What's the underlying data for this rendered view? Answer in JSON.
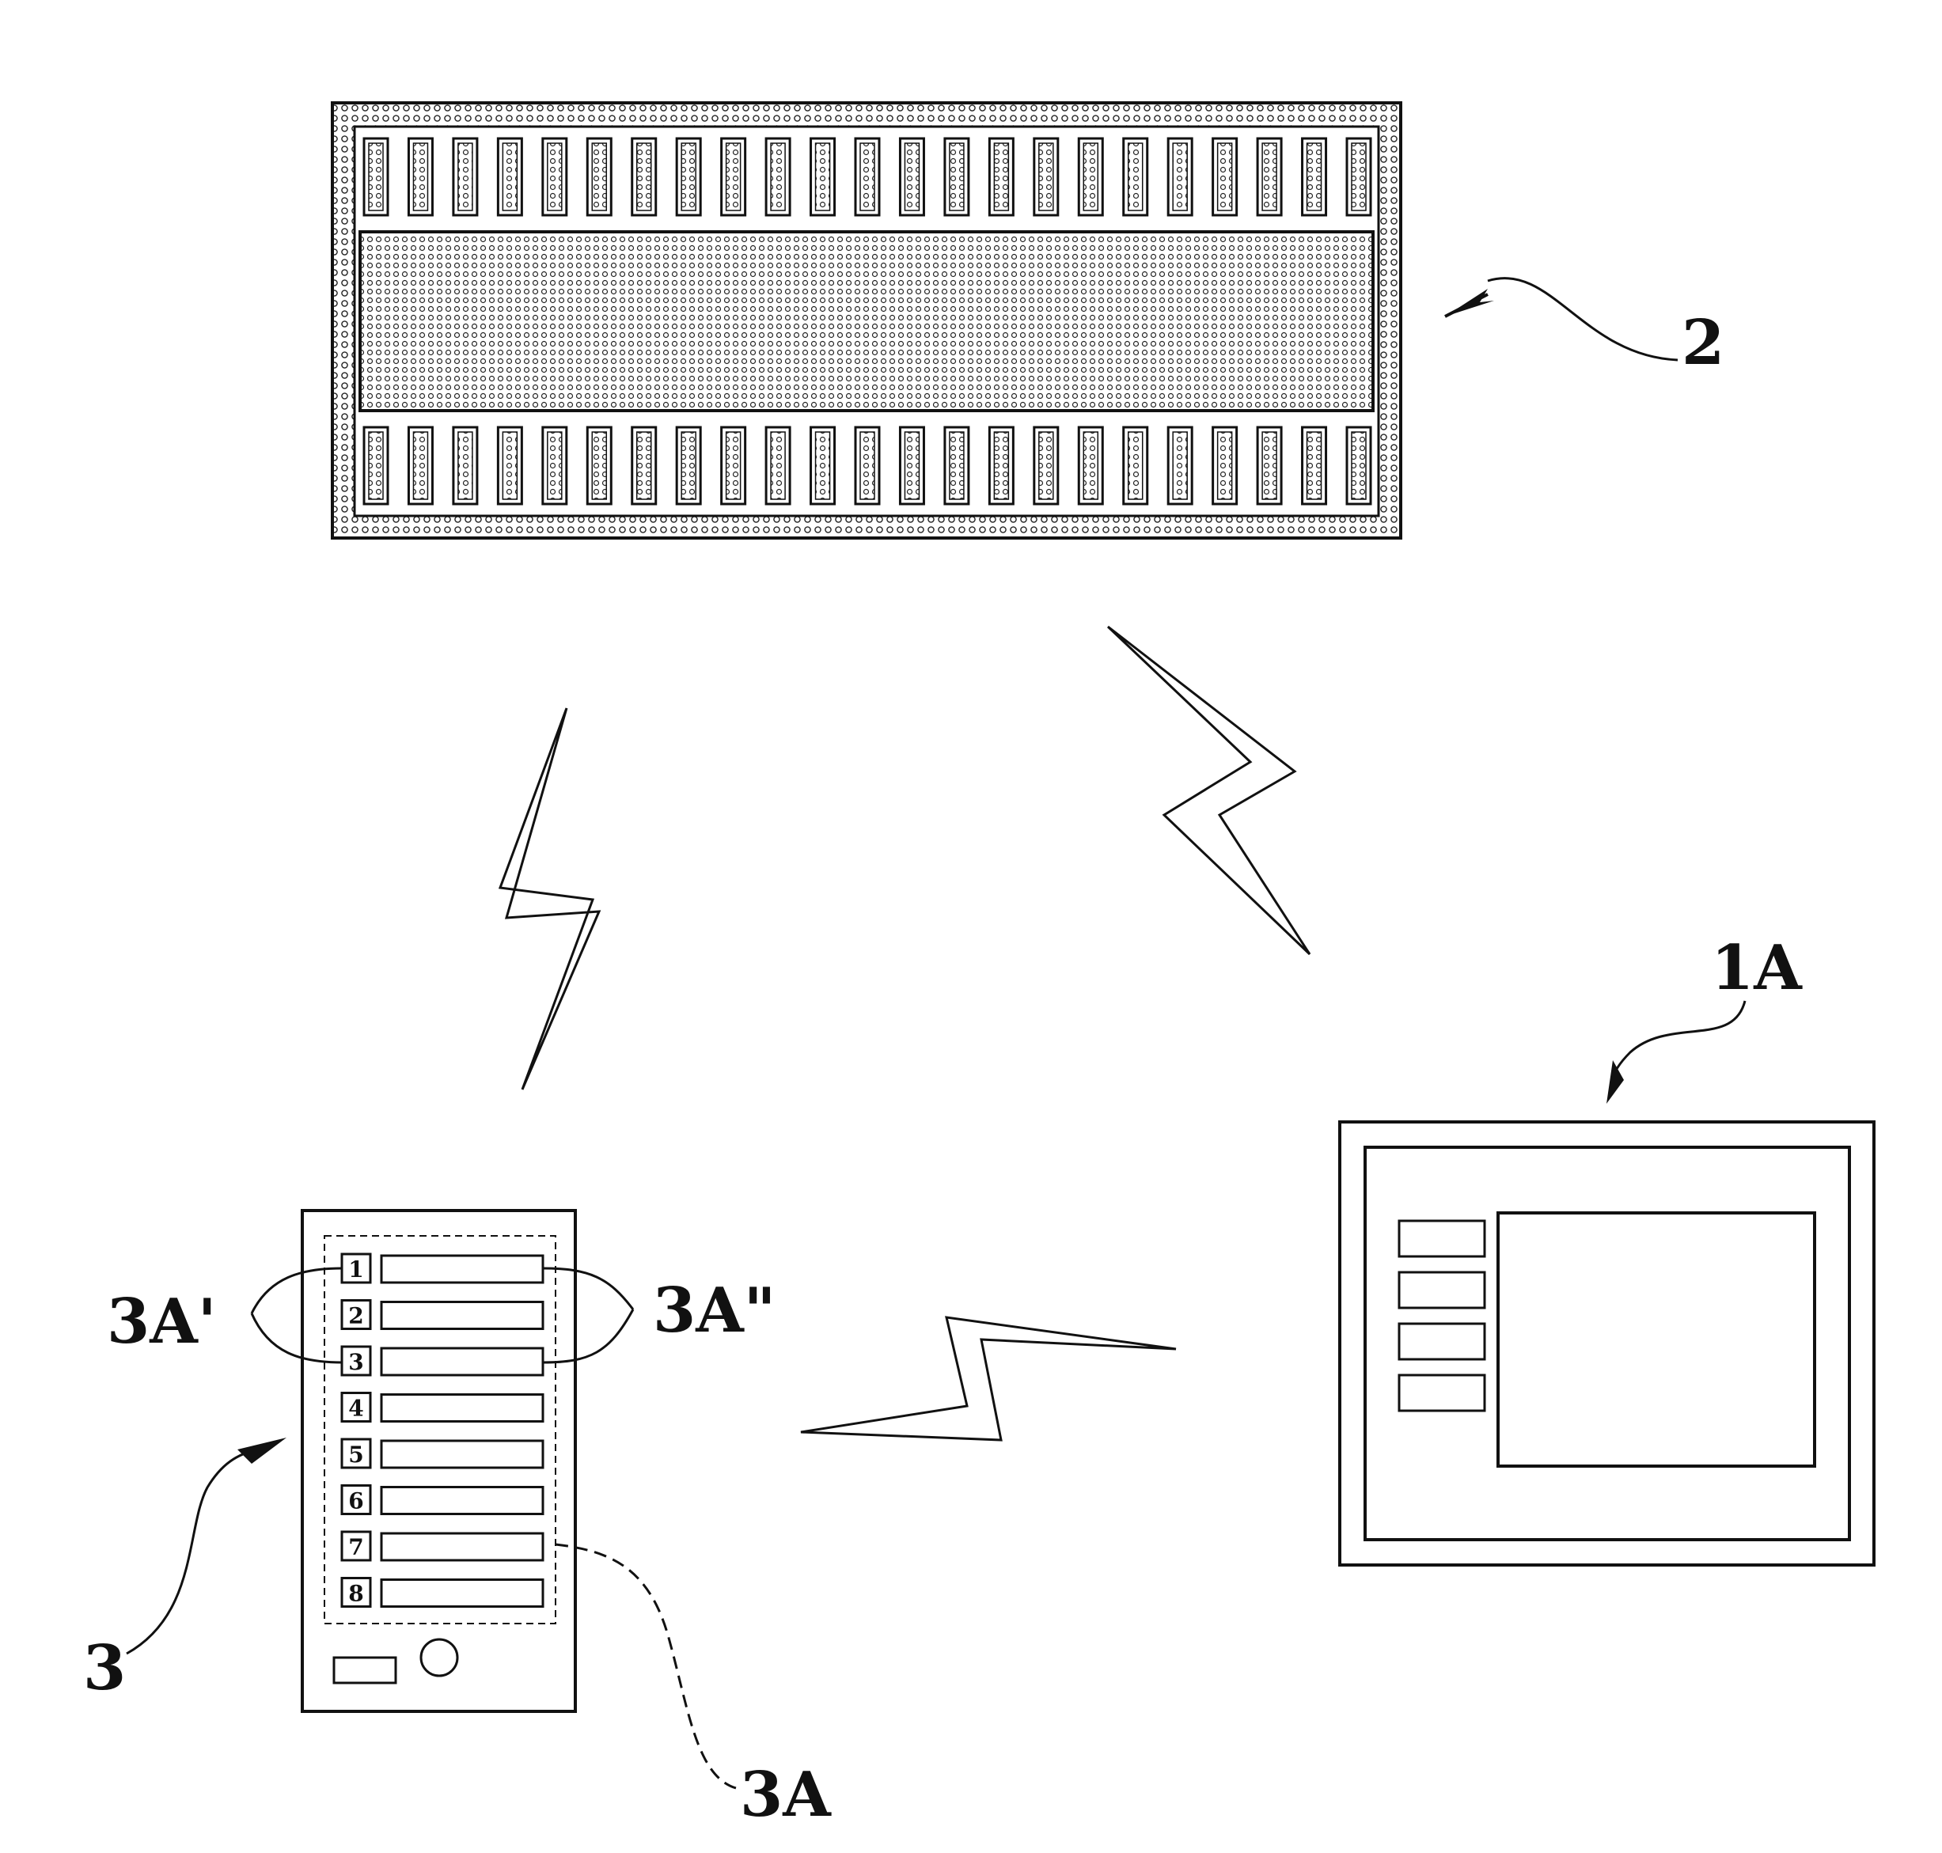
{
  "labels": {
    "board": "2",
    "tablet": "1A",
    "cabinet": "3",
    "slot_group": "3A",
    "slot_numbers_group": "3A'",
    "slot_bars_group": "3A\""
  },
  "board": {
    "top_connector_count": 23,
    "bottom_connector_count": 23
  },
  "cabinet": {
    "slots": [
      "1",
      "2",
      "3",
      "4",
      "5",
      "6",
      "7",
      "8"
    ]
  },
  "tablet": {
    "side_button_count": 4
  }
}
